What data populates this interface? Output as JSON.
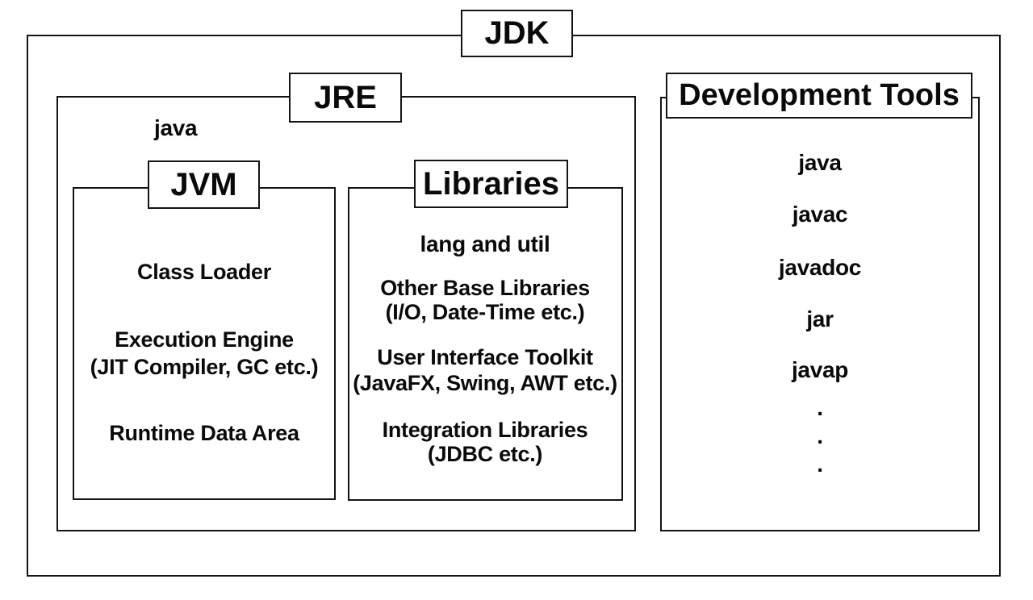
{
  "diagram_title": "JDK",
  "jdk": {
    "label": "JDK"
  },
  "jre": {
    "label": "JRE",
    "note": "java",
    "jvm": {
      "label": "JVM",
      "items": [
        "Class Loader",
        "Execution Engine\n(JIT Compiler, GC etc.)",
        "Runtime Data Area"
      ]
    },
    "libraries": {
      "label": "Libraries",
      "items": [
        "lang and util",
        "Other Base Libraries\n(I/O, Date-Time etc.)",
        "User Interface Toolkit\n(JavaFX, Swing, AWT etc.)",
        "Integration Libraries\n(JDBC etc.)"
      ]
    }
  },
  "development_tools": {
    "label": "Development Tools",
    "items": [
      "java",
      "javac",
      "javadoc",
      "jar",
      "javap"
    ],
    "ellipsis": ".\n.\n."
  },
  "colors": {
    "border": "#141414",
    "background": "#ffffff",
    "text": "#0a0a0a"
  }
}
